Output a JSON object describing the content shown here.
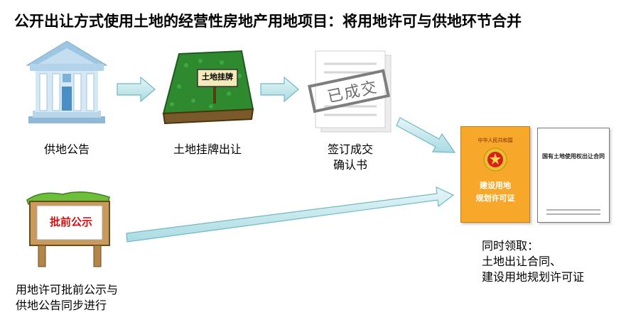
{
  "title": "公开出让方式使用土地的经营性房地产用地项目：将用地许可与供地环节合并",
  "steps": {
    "announcement": "供地公告",
    "listing": "土地挂牌出让",
    "listing_sign": "土地挂牌",
    "confirm_line1": "签订成交",
    "confirm_line2": "确认书",
    "stamp": "已成交",
    "preapproval_sign": "批前公示",
    "preapproval_line1": "用地许可批前公示与",
    "preapproval_line2": "供地公告同步进行"
  },
  "documents": {
    "permit_header": "中华人民共和国",
    "permit_line1": "建设用地",
    "permit_line2": "规划许可证",
    "contract_title": "国有土地使用权出让合同"
  },
  "result": {
    "line1": "同时领取：",
    "line2": "土地出让合同、",
    "line3": "建设用地规划许可证"
  }
}
